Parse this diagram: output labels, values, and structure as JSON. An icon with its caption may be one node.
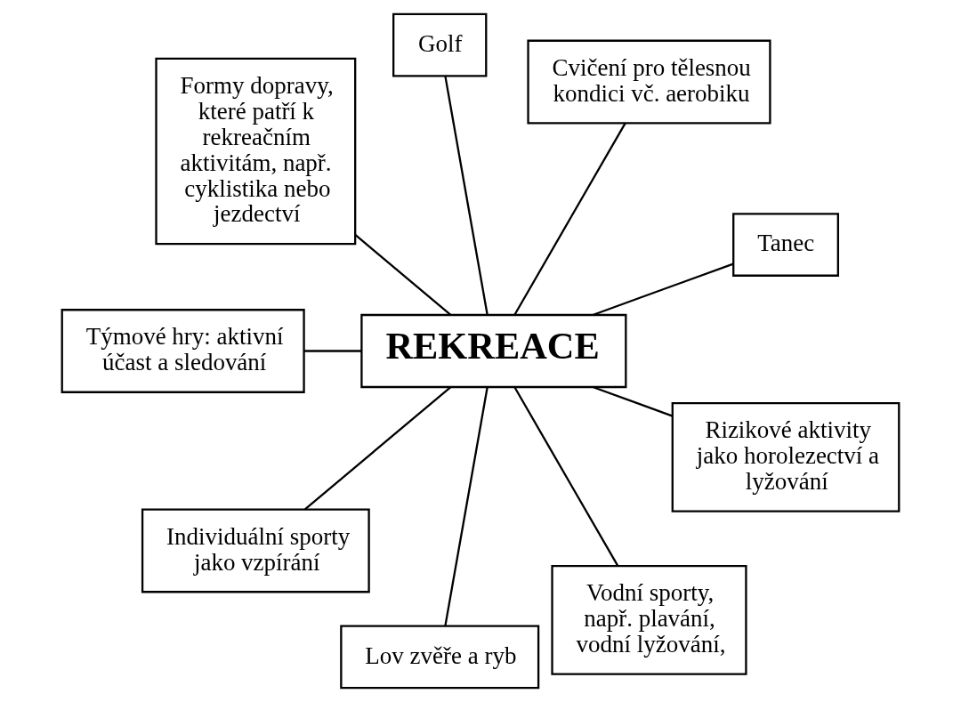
{
  "diagram": {
    "nodes": [
      {
        "text": [
          "REKREACE"
        ]
      },
      {
        "text": [
          "Tanec"
        ]
      },
      {
        "text": [
          "Cvičení pro tělesnou kondici vč. aerobiku"
        ]
      },
      {
        "text": [
          "Golf"
        ]
      },
      {
        "text": [
          "Formy dopravy, které patří k rekreačním aktivitám, např. cyklistika nebo jezdectví"
        ]
      },
      {
        "text": [
          "Týmové hry: aktivní účast a sledování"
        ]
      },
      {
        "text": [
          "Individuální sporty jako vzpírání"
        ]
      },
      {
        "text": [
          "Lov zvěře a ryb"
        ]
      },
      {
        "text": [
          "Vodní sporty, např. plavání, vodní lyžování,"
        ]
      },
      {
        "text": [
          "Rizikové aktivity jako horolezectví a lyžování"
        ]
      }
    ],
    "edges": [
      {
        "from": 0,
        "to": 1,
        "arrow": "none"
      },
      {
        "from": 0,
        "to": 2,
        "arrow": "none"
      },
      {
        "from": 0,
        "to": 3,
        "arrow": "none"
      },
      {
        "from": 0,
        "to": 4,
        "arrow": "none"
      },
      {
        "from": 0,
        "to": 5,
        "arrow": "none"
      },
      {
        "from": 0,
        "to": 6,
        "arrow": "none"
      },
      {
        "from": 0,
        "to": 7,
        "arrow": "none"
      },
      {
        "from": 0,
        "to": 8,
        "arrow": "none"
      },
      {
        "from": 0,
        "to": 9,
        "arrow": "none"
      }
    ]
  }
}
